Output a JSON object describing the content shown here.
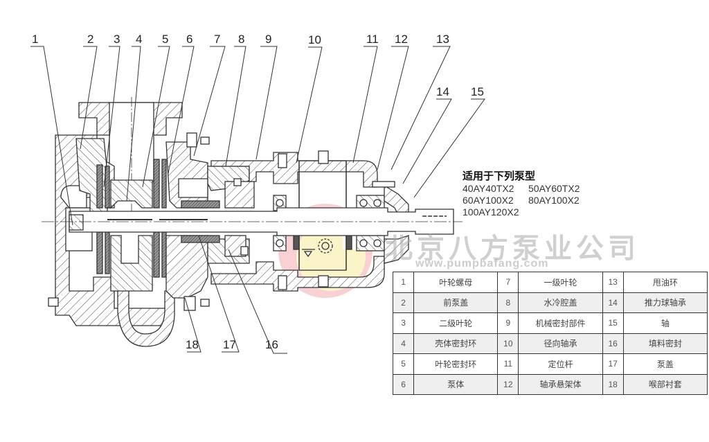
{
  "callouts": [
    {
      "n": "1"
    },
    {
      "n": "2"
    },
    {
      "n": "3"
    },
    {
      "n": "4"
    },
    {
      "n": "5"
    },
    {
      "n": "6"
    },
    {
      "n": "7"
    },
    {
      "n": "8"
    },
    {
      "n": "9"
    },
    {
      "n": "10"
    },
    {
      "n": "11"
    },
    {
      "n": "12"
    },
    {
      "n": "13"
    },
    {
      "n": "14"
    },
    {
      "n": "15"
    },
    {
      "n": "16"
    },
    {
      "n": "17"
    },
    {
      "n": "18"
    }
  ],
  "models": {
    "title": "适用于下列泵型",
    "list": [
      "40AY40TX2",
      "50AY60TX2",
      "60AY100X2",
      "80AY100X2",
      "100AY120X2"
    ]
  },
  "watermark": {
    "company": "北京八方泵业公司",
    "url": "www.pumpbafang.com",
    "ring_color": "#f4b8bf",
    "center_color": "#fbf5c4"
  },
  "parts_table": {
    "rows": [
      [
        {
          "no": "1",
          "name": "叶轮螺母"
        },
        {
          "no": "7",
          "name": "一级叶轮"
        },
        {
          "no": "13",
          "name": "甩油环"
        }
      ],
      [
        {
          "no": "2",
          "name": "前泵盖"
        },
        {
          "no": "8",
          "name": "水冷腔盖"
        },
        {
          "no": "14",
          "name": "推力球轴承"
        }
      ],
      [
        {
          "no": "3",
          "name": "二级叶轮"
        },
        {
          "no": "9",
          "name": "机械密封部件"
        },
        {
          "no": "15",
          "name": "轴"
        }
      ],
      [
        {
          "no": "4",
          "name": "壳体密封环"
        },
        {
          "no": "10",
          "name": "径向轴承"
        },
        {
          "no": "16",
          "name": "填料密封"
        }
      ],
      [
        {
          "no": "5",
          "name": "叶轮密封环"
        },
        {
          "no": "11",
          "name": "定位杆"
        },
        {
          "no": "17",
          "name": "泵盖"
        }
      ],
      [
        {
          "no": "6",
          "name": "泵体"
        },
        {
          "no": "12",
          "name": "轴承悬架体"
        },
        {
          "no": "18",
          "name": "喉部衬套"
        }
      ]
    ]
  }
}
